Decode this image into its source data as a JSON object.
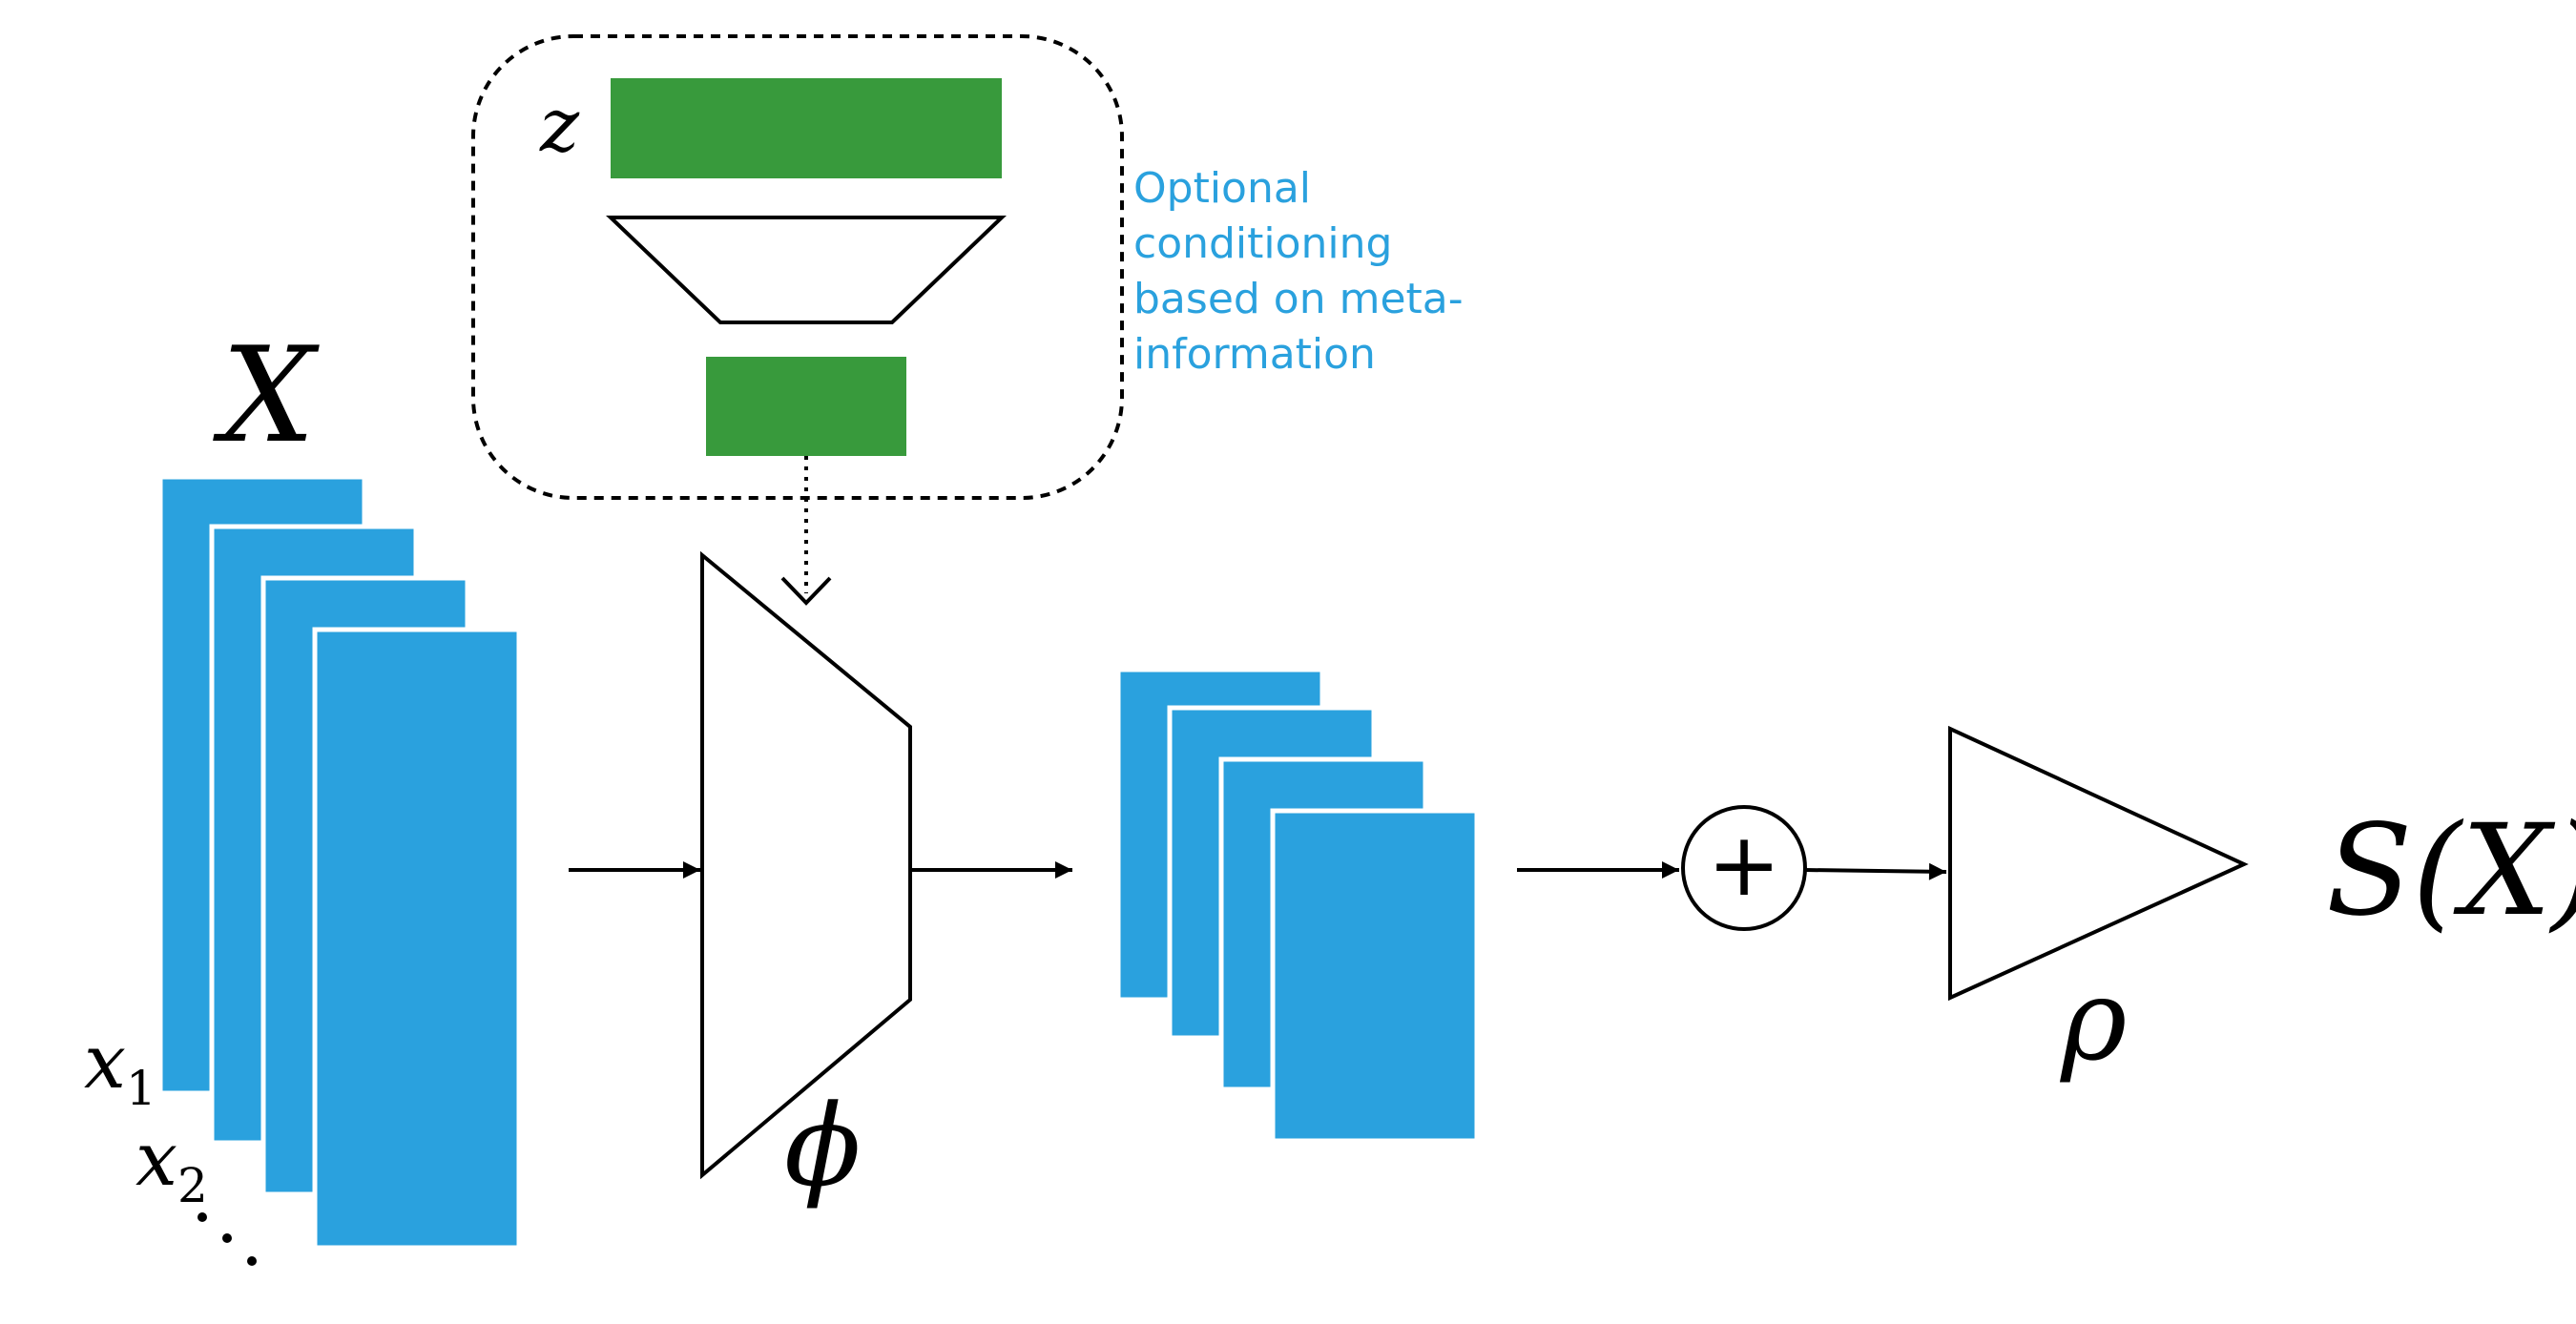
{
  "labels": {
    "input_set": "X",
    "element_1": "x",
    "element_1_sub": "1",
    "element_2": "x",
    "element_2_sub": "2",
    "ellipsis": "⋱",
    "latent": "z",
    "phi": "ϕ",
    "rho": "ρ",
    "sum_symbol": "+",
    "output": "S(X)"
  },
  "annotation": {
    "lines": [
      "Optional",
      "conditioning",
      "based on meta-",
      "information"
    ]
  },
  "colors": {
    "set_element": "#2aa1de",
    "latent": "#389a3c",
    "annotation": "#2aa1de",
    "stroke": "#000000"
  }
}
